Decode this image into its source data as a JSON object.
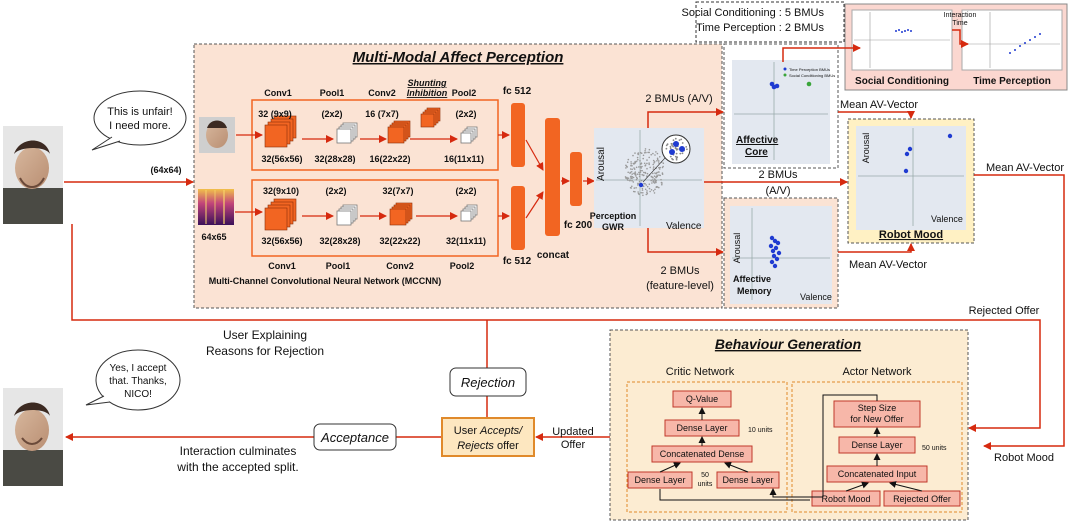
{
  "colors": {
    "panel_fill": "#fbe3d4",
    "panel_border": "#555555",
    "flow_red": "#d62a0f",
    "behaviour_fill": "#fcecd2",
    "mood_fill": "#fff1c4",
    "layer_orange": "#f26522",
    "dense_box_fill": "#f7b7a9",
    "dense_box_border": "#c0392b",
    "gwr_point": "#999999",
    "bmu_point": "#1f3bd1",
    "green_point": "#3aa53a"
  },
  "top_note": {
    "social_conditioning": "Social Conditioning : 5 BMUs",
    "time_perception": "Time Perception : 2 BMUs"
  },
  "inset": {
    "social_label": "Social Conditioning",
    "time_label": "Time Perception",
    "interaction_time": "Interaction\nTime"
  },
  "perception": {
    "title": "Multi-Modal Affect Perception",
    "face_input": "(64x64)",
    "audio_input": "64x65",
    "mccnn_caption": "Multi-Channel Convolutional Neural Network (MCCNN)",
    "shunting": "Shunting\nInhibition",
    "face_row": {
      "layer_names": [
        "Conv1",
        "Pool1",
        "Conv2",
        "Pool2"
      ],
      "top_labels": [
        "32 (9x9)",
        "(2x2)",
        "16 (7x7)",
        "(2x2)"
      ],
      "bottom_labels": [
        "32(56x56)",
        "32(28x28)",
        "16(22x22)",
        "16(11x11)"
      ]
    },
    "audio_row": {
      "layer_names": [
        "Conv1",
        "Pool1",
        "Conv2",
        "Pool2"
      ],
      "top_labels": [
        "32(9x10)",
        "(2x2)",
        "32(7x7)",
        "(2x2)"
      ],
      "bottom_labels": [
        "32(56x56)",
        "32(28x28)",
        "32(22x22)",
        "32(11x11)"
      ]
    },
    "fc_top": "fc 512",
    "fc_bottom": "fc 512",
    "concat": "concat",
    "fc200": "fc 200",
    "gwr_label": "Perception\nGWR",
    "arousal": "Arousal",
    "valence": "Valence"
  },
  "affective_core": {
    "title": "Affective\nCore",
    "legend": [
      "Time Perception BMUs",
      "Social Conditioning BMUs"
    ]
  },
  "affective_memory": {
    "title": "Affective\nMemory",
    "arousal": "Arousal",
    "valence": "Valence"
  },
  "robot_mood": {
    "title": "Robot Mood",
    "arousal": "Arousal",
    "valence": "Valence"
  },
  "flows": {
    "bmu_av": "2 BMUs (A/V)",
    "bmu_av_mid_1": "2 BMUs",
    "bmu_av_mid_2": "(A/V)",
    "bmu_feature_1": "2 BMUs",
    "bmu_feature_2": "(feature-level)",
    "mean_av_top": "Mean AV-Vector",
    "mean_av_mid": "Mean AV-Vector",
    "mean_av_right": "Mean AV-Vector",
    "rejected_offer": "Rejected Offer",
    "robot_mood": "Robot Mood",
    "user_explaining_1": "User Explaining",
    "user_explaining_2": "Reasons for Rejection",
    "updated_offer_1": "Updated",
    "updated_offer_2": "Offer",
    "culminates_1": "Interaction culminates",
    "culminates_2": "with the accepted split."
  },
  "speech": {
    "top_1": "This is unfair!",
    "top_2": "I need more.",
    "bottom_1": "Yes, I accept",
    "bottom_2": "that. Thanks,",
    "bottom_3": "NICO!"
  },
  "decisions": {
    "rejection": "Rejection",
    "acceptance": "Acceptance",
    "user_1": "User Accepts/",
    "user_2": "Rejects offer"
  },
  "behaviour": {
    "title": "Behaviour Generation",
    "critic": "Critic Network",
    "actor": "Actor Network",
    "q_value": "Q-Value",
    "critic_dense_top": "Dense Layer",
    "critic_dense_top_units": "10 units",
    "concat_dense": "Concatenated Dense",
    "dense_left": "Dense Layer",
    "dense_left_units_1": "50",
    "dense_left_units_2": "units",
    "dense_right": "Dense Layer",
    "step_size_1": "Step Size",
    "step_size_2": "for New Offer",
    "actor_dense": "Dense Layer",
    "actor_dense_units": "50 units",
    "concat_input": "Concatenated Input",
    "robot_mood": "Robot Mood",
    "rejected_offer": "Rejected Offer"
  }
}
